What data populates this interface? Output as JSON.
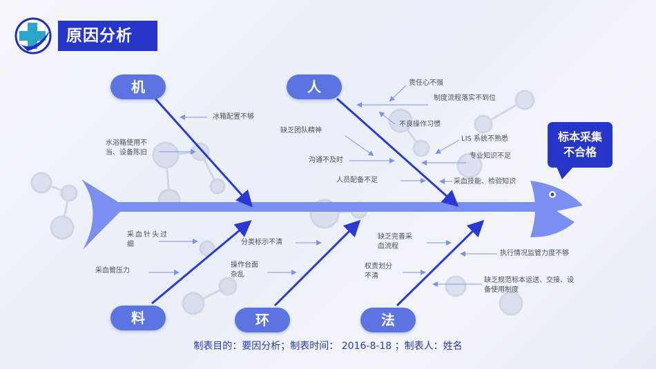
{
  "header": {
    "title": "原因分析",
    "logo_icon": "medical-cross-icon"
  },
  "effect": {
    "line1": "标本采集",
    "line2": "不合格"
  },
  "categories": {
    "machine": "机",
    "people": "人",
    "material": "料",
    "environment": "环",
    "method": "法"
  },
  "causes": {
    "machine": [
      "冰箱配置不够",
      "水浴箱使用不",
      "当、设备陈旧"
    ],
    "people": [
      "责任心不强",
      "制度流程落实不到位",
      "不良操作习惯",
      "缺乏团队精神",
      "沟通不及时",
      "人员配备不足",
      "LIS 系统不熟悉",
      "专业知识不足",
      "采血技能、检验知识"
    ],
    "material": [
      "采血针头过",
      "细",
      "采血管压力"
    ],
    "environment": [
      "分类标示不清",
      "操作台面",
      "杂乱"
    ],
    "method": [
      "缺乏完善采",
      "血流程",
      "权责划分",
      "不清",
      "执行情况监管力度不够",
      "缺乏规范标本运送、交接、设",
      "备使用制度"
    ]
  },
  "footer": "制表目的：要因分析；制表时间： 2016-8-18 ；制表人：姓名",
  "colors": {
    "primary": "#2536c8",
    "spine": "#7b8ff0",
    "bubble": "#5b74e0",
    "arrow": "#2a3ad0",
    "small_arrow": "#7e92e6"
  }
}
